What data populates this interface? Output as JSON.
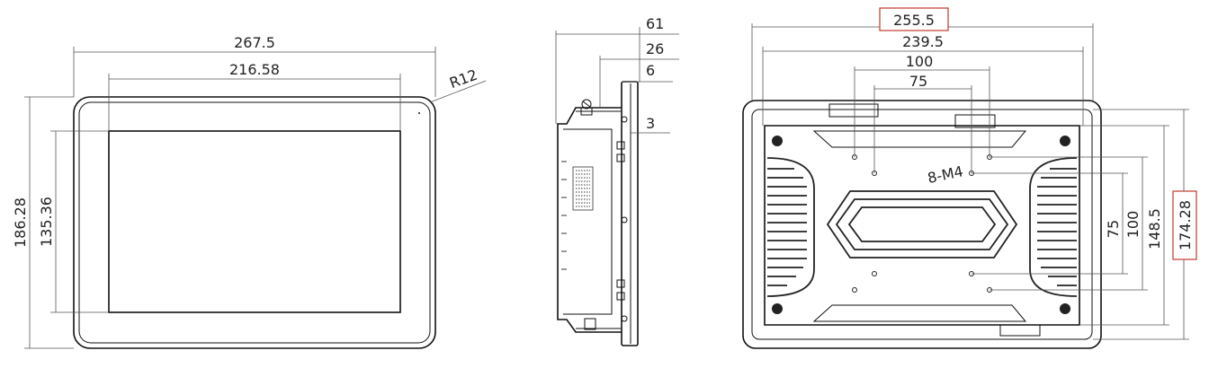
{
  "front_view": {
    "overall_width": "267.5",
    "display_width": "216.58",
    "corner_radius": "R12",
    "overall_height": "186.28",
    "display_height": "135.36"
  },
  "side_view": {
    "total_depth": "61",
    "depth_26": "26",
    "depth_6": "6",
    "depth_3": "3"
  },
  "rear_view": {
    "overall_width": "255.5",
    "inner_width": "239.5",
    "vesa_outer_width": "100",
    "vesa_inner_width": "75",
    "mount_holes": "8-M4",
    "vesa_inner_height": "75",
    "vesa_outer_height": "100",
    "inner_height": "148.5",
    "overall_height": "174.28"
  },
  "colors": {
    "line": "#111111",
    "dimension": "#555555",
    "highlight_box": "#c0392b"
  }
}
